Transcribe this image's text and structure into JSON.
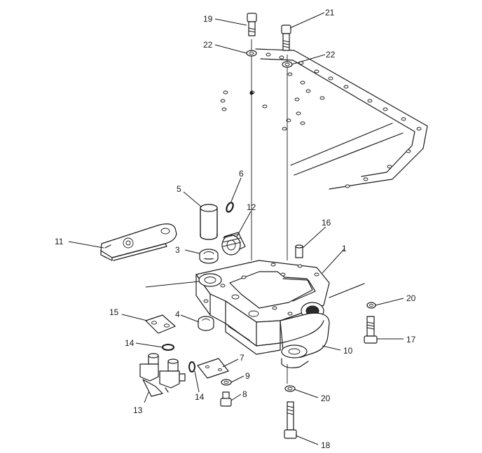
{
  "callouts": {
    "c1": "1",
    "c3": "3",
    "c4": "4",
    "c5": "5",
    "c6": "6",
    "c7": "7",
    "c8": "8",
    "c9": "9",
    "c10": "10",
    "c11": "11",
    "c12": "12",
    "c13": "13",
    "c14a": "14",
    "c14b": "14",
    "c15": "15",
    "c16": "16",
    "c17": "17",
    "c18": "18",
    "c19": "19",
    "c20a": "20",
    "c20b": "20",
    "c21": "21",
    "c22a": "22",
    "c22b": "22"
  }
}
